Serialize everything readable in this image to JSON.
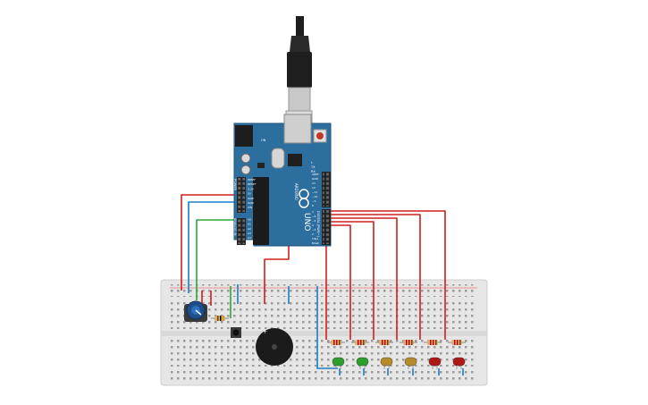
{
  "board": {
    "brand_text": "UNO",
    "vertical_text": "ARDUINO",
    "ioref_labels": [
      "IOREF",
      "RESET",
      "3.3V",
      "5V",
      "GND",
      "GND",
      "VIN"
    ],
    "analog_labels": [
      "A0",
      "A1",
      "A2",
      "A3",
      "A4",
      "A5"
    ],
    "aref_labels": [
      "AREF",
      "GND",
      "13",
      "12",
      "~11",
      "~10",
      "~9",
      "8"
    ],
    "digital_labels": [
      "7",
      "~6",
      "~5",
      "4",
      "~3",
      "2",
      "TX▸1",
      "RX◂0"
    ],
    "section_power": "POWER",
    "section_analog": "ANALOG IN",
    "section_digital": "DIGITAL (PWM~)",
    "tx_label": "TX",
    "rx_label": "RX",
    "on_label": "ON",
    "l_label": "L"
  },
  "buzzer": {
    "polarity_label": "+"
  },
  "leds": [
    {
      "color": "#2e9e2e"
    },
    {
      "color": "#2e9e2e"
    },
    {
      "color": "#b58a2a"
    },
    {
      "color": "#b58a2a"
    },
    {
      "color": "#b01818"
    },
    {
      "color": "#b01818"
    }
  ],
  "colors": {
    "board": "#2c6e9e",
    "breadboard": "#e6e6e6",
    "wire_red": "#d11f1f",
    "wire_blue": "#1a7fc4",
    "wire_green": "#2ea63a"
  }
}
